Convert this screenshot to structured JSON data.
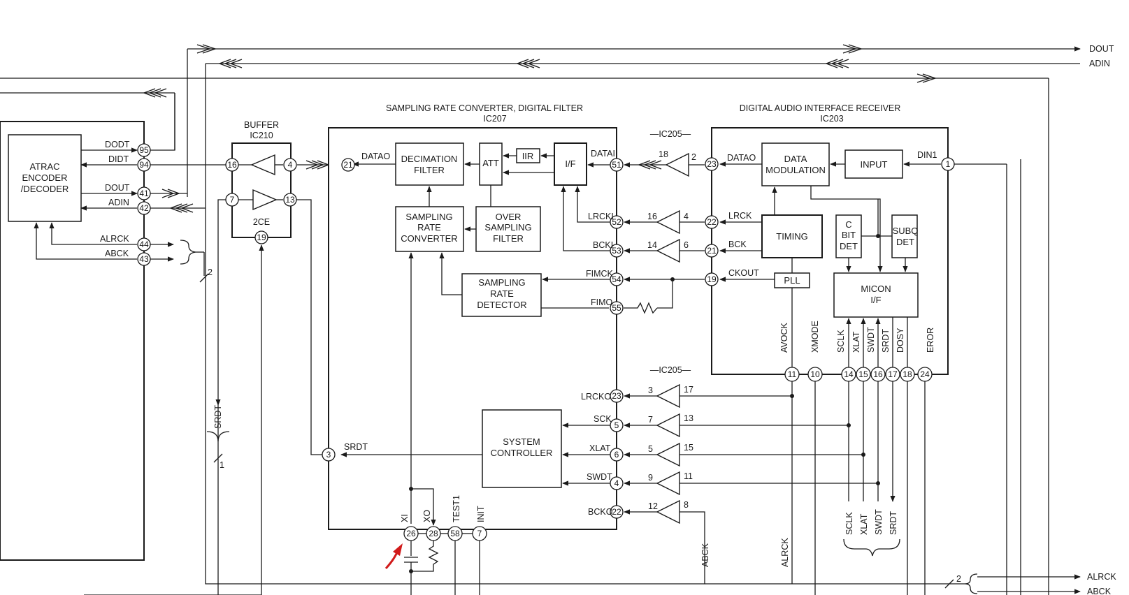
{
  "top_right": {
    "dout": "DOUT",
    "adin": "ADIN"
  },
  "bottom_right": {
    "alrck": "ALRCK",
    "abck": "ABCK",
    "bus_count": "2"
  },
  "atrac": {
    "label_lines": [
      "ATRAC",
      "ENCODER",
      "/DECODER"
    ],
    "pins": [
      {
        "num": "95",
        "signal": "DODT"
      },
      {
        "num": "94",
        "signal": "DIDT"
      },
      {
        "num": "41",
        "signal": "DOUT"
      },
      {
        "num": "42",
        "signal": "ADIN"
      },
      {
        "num": "44",
        "signal": "ALRCK"
      },
      {
        "num": "43",
        "signal": "ABCK"
      }
    ],
    "bus_count": "2"
  },
  "buffer": {
    "title_lines": [
      "BUFFER",
      "IC210"
    ],
    "pins": [
      "16",
      "4",
      "7",
      "13",
      "19"
    ],
    "ce_label": "2CE"
  },
  "srdt_bus": {
    "label": "SRDT",
    "count": "1"
  },
  "ic207": {
    "title_lines": [
      "SAMPLING RATE CONVERTER, DIGITAL FILTER",
      "IC207"
    ],
    "decimation": [
      "DECIMATION",
      "FILTER"
    ],
    "att": "ATT",
    "iir": "IIR",
    "if": "I/F",
    "src": [
      "SAMPLING",
      "RATE",
      "CONVERTER"
    ],
    "over": [
      "OVER",
      "SAMPLING",
      "FILTER"
    ],
    "detector": [
      "SAMPLING",
      "RATE",
      "DETECTOR"
    ],
    "system_controller": [
      "SYSTEM",
      "CONTROLLER"
    ],
    "pins": [
      {
        "num": "21",
        "signal": "DATAO"
      },
      {
        "num": "51",
        "signal": "DATAI"
      },
      {
        "num": "52",
        "signal": "LRCKI"
      },
      {
        "num": "53",
        "signal": "BCKI"
      },
      {
        "num": "54",
        "signal": "FIMCK"
      },
      {
        "num": "55",
        "signal": "FIMO"
      },
      {
        "num": "3",
        "signal": "SRDT"
      },
      {
        "num": "23",
        "signal": "LRCKO"
      },
      {
        "num": "5",
        "signal": "SCK"
      },
      {
        "num": "6",
        "signal": "XLAT"
      },
      {
        "num": "4",
        "signal": "SWDT"
      },
      {
        "num": "22",
        "signal": "BCKO"
      },
      {
        "num": "26",
        "signal": "XI"
      },
      {
        "num": "28",
        "signal": "XO"
      },
      {
        "num": "58",
        "signal": "TEST1"
      },
      {
        "num": "7",
        "signal": "INIT"
      }
    ]
  },
  "ic205": {
    "label": "—IC205—",
    "upper": [
      {
        "in": "2",
        "out": "18"
      },
      {
        "in": "4",
        "out": "16"
      },
      {
        "in": "6",
        "out": "14"
      }
    ],
    "lower": [
      {
        "in": "17",
        "out": "3"
      },
      {
        "in": "13",
        "out": "7"
      },
      {
        "in": "15",
        "out": "5"
      },
      {
        "in": "11",
        "out": "9"
      },
      {
        "in": "8",
        "out": "12"
      }
    ]
  },
  "ic203": {
    "title_lines": [
      "DIGITAL AUDIO INTERFACE RECEIVER",
      "IC203"
    ],
    "data_mod": [
      "DATA",
      "MODULATION"
    ],
    "input": "INPUT",
    "timing": "TIMING",
    "cbit": [
      "C",
      "BIT",
      "DET"
    ],
    "subq": [
      "SUBQ",
      "DET"
    ],
    "pll": "PLL",
    "micon": [
      "MICON",
      "I/F"
    ],
    "pins": [
      {
        "num": "1",
        "signal": "DIN1"
      },
      {
        "num": "23",
        "signal": "DATAO"
      },
      {
        "num": "22",
        "signal": "LRCK"
      },
      {
        "num": "21",
        "signal": "BCK"
      },
      {
        "num": "19",
        "signal": "CKOUT"
      },
      {
        "num": "11",
        "signal": "AVOCK"
      },
      {
        "num": "10",
        "signal": "XMODE"
      },
      {
        "num": "14",
        "signal": "SCLK"
      },
      {
        "num": "15",
        "signal": "XLAT"
      },
      {
        "num": "16",
        "signal": "SWDT"
      },
      {
        "num": "17",
        "signal": "SRDT"
      },
      {
        "num": "18",
        "signal": "DOSY"
      },
      {
        "num": "24",
        "signal": "EROR"
      }
    ]
  },
  "bottom_labels": {
    "abck": "ABCK",
    "alrck": "ALRCK",
    "micro_bus": [
      "SCLK",
      "XLAT",
      "SWDT",
      "SRDT"
    ]
  }
}
